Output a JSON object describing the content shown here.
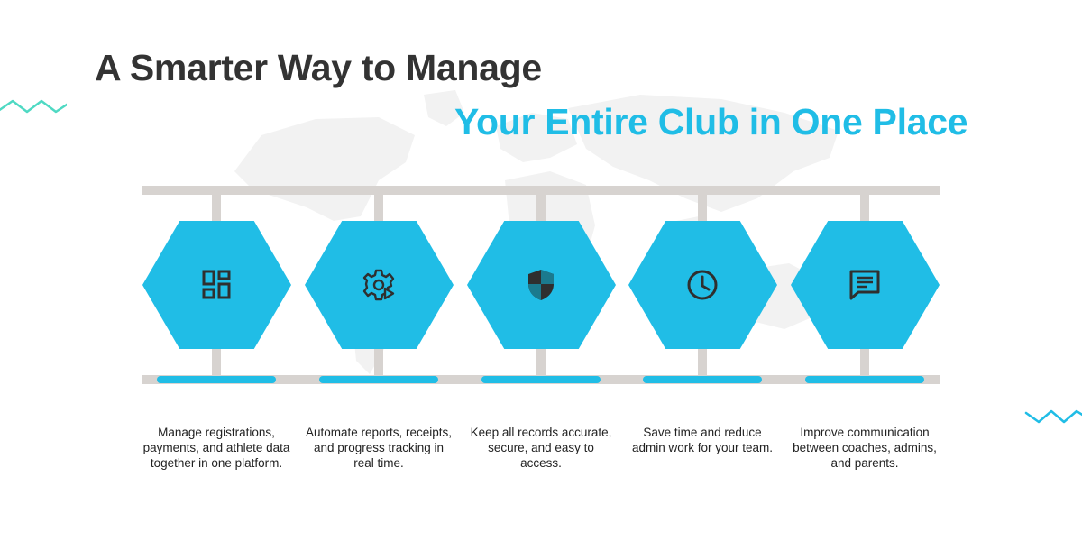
{
  "title": {
    "line1": "A Smarter Way to Manage",
    "line2": "Your Entire Club in One Place"
  },
  "colors": {
    "accent": "#20bde6",
    "title_dark": "#333333",
    "rail": "#d7d3d0",
    "zigzag": "#4fd9c3",
    "map": "#f2f2f2"
  },
  "steps": [
    {
      "icon": "dashboard-icon",
      "text": "Manage registrations, payments, and athlete data together in one platform."
    },
    {
      "icon": "gear-play-icon",
      "text": "Automate reports, receipts, and progress tracking in real time."
    },
    {
      "icon": "shield-icon",
      "text": "Keep all records accurate, secure, and easy to access."
    },
    {
      "icon": "clock-icon",
      "text": "Save time and reduce admin work for your team."
    },
    {
      "icon": "chat-icon",
      "text": "Improve communication between coaches, admins, and parents."
    }
  ]
}
